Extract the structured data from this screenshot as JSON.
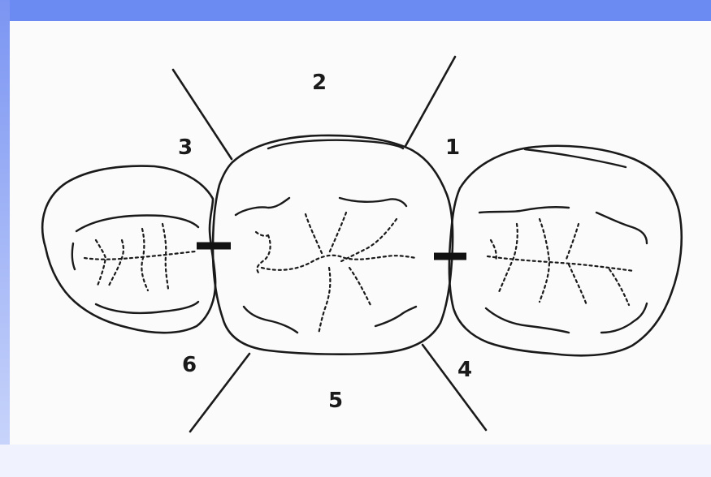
{
  "colors": {
    "frame_top": "#6b8af2",
    "frame_left_top": "#7b95f2",
    "frame_left_bottom": "#cdd8fb",
    "frame_bottom": "#f0f2fd",
    "figure_background": "#fbfbfb",
    "ink": "#1a1a1a"
  },
  "diagram": {
    "labels": {
      "one": "1",
      "two": "2",
      "three": "3",
      "four": "4",
      "five": "5",
      "six": "6"
    }
  }
}
